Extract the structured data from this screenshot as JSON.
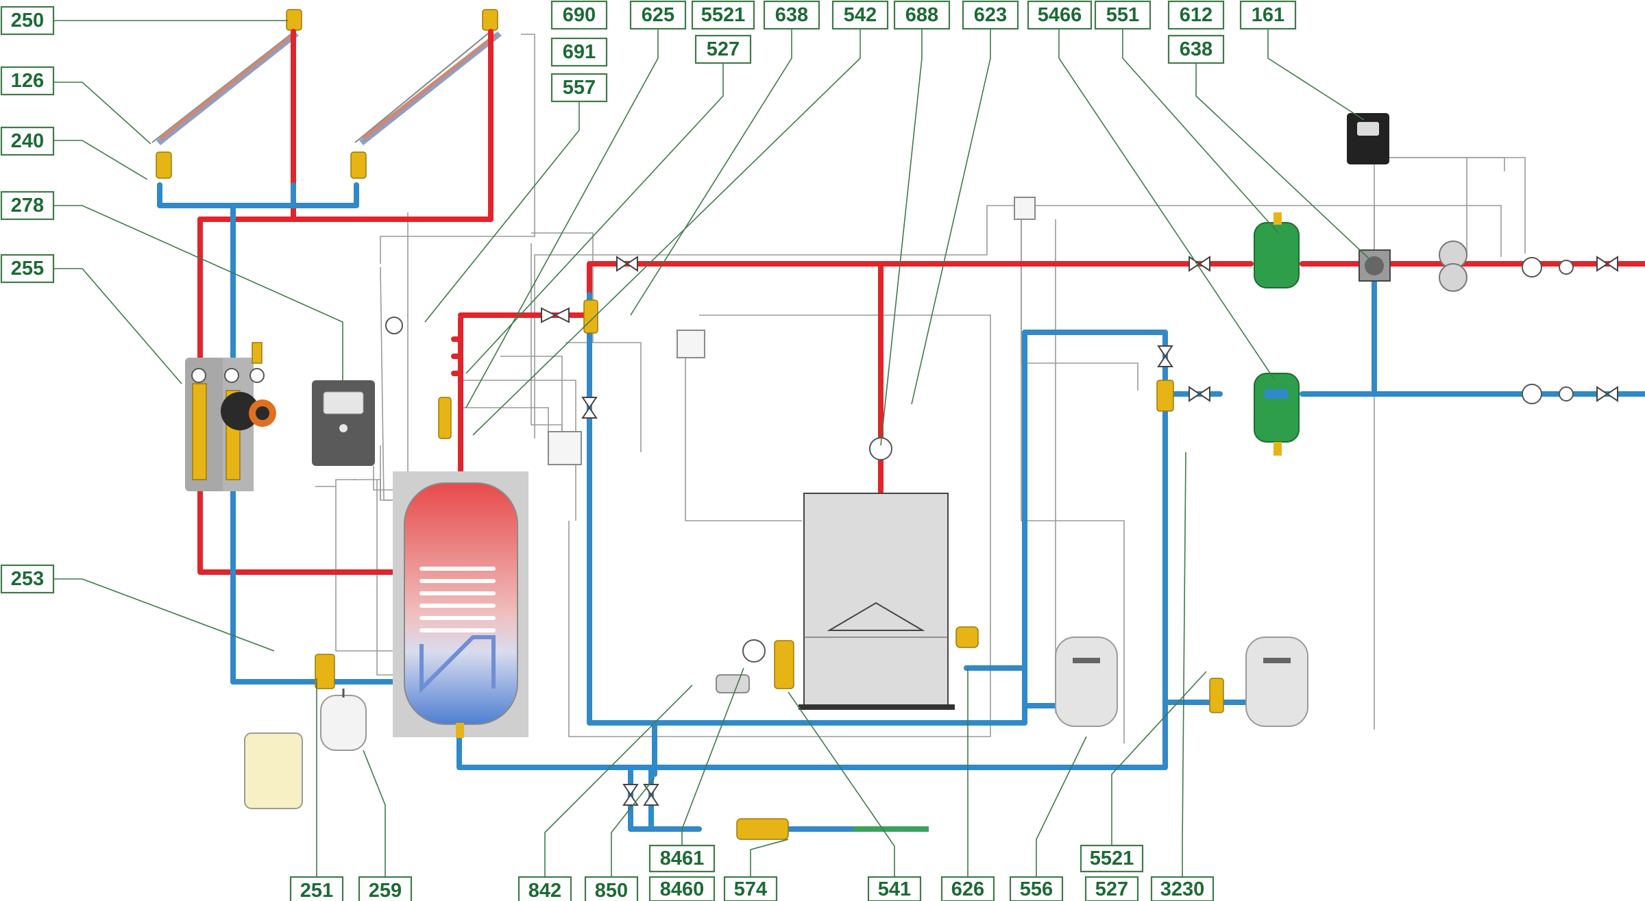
{
  "diagram": {
    "labels_top": [
      "250",
      "690",
      "691",
      "557",
      "625",
      "5521",
      "527",
      "638",
      "542",
      "688",
      "623",
      "5466",
      "551",
      "612",
      "638",
      "161"
    ],
    "labels_left": [
      "126",
      "240",
      "278",
      "255",
      "253"
    ],
    "labels_bottom": [
      "251",
      "259",
      "842",
      "850",
      "8461",
      "8460",
      "574",
      "541",
      "626",
      "556",
      "5521",
      "527",
      "3230"
    ]
  },
  "colors": {
    "hot": "#e2242b",
    "cold": "#3089c9",
    "mains": "#3aa35b",
    "label": "#1c6b35",
    "brass": "#e7b416"
  }
}
